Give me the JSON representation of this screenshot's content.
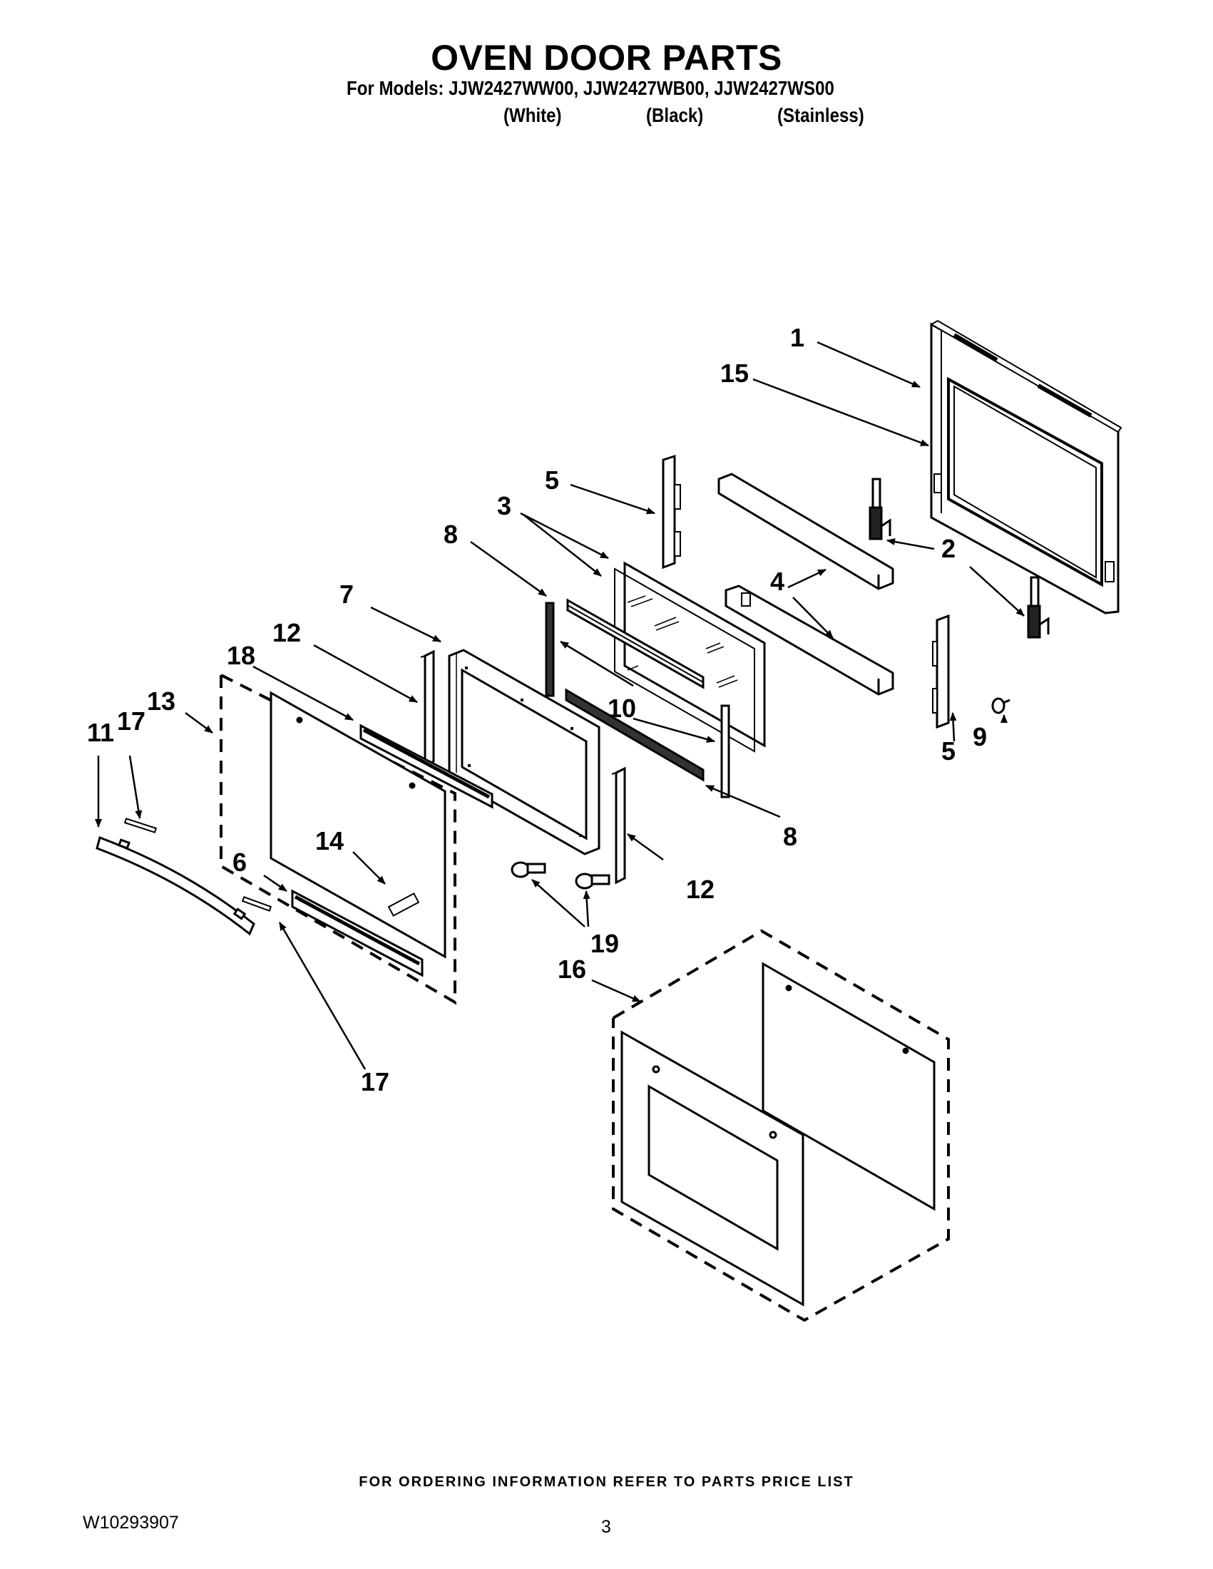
{
  "header": {
    "title": "OVEN DOOR PARTS",
    "models_line": "For Models: JJW2427WW00, JJW2427WB00, JJW2427WS00",
    "variants": [
      "(White)",
      "(Black)",
      "(Stainless)"
    ]
  },
  "callouts": {
    "c1": "1",
    "c15": "15",
    "c5a": "5",
    "c5b": "5",
    "c3": "3",
    "c2": "2",
    "c8a": "8",
    "c8b": "8",
    "c4": "4",
    "c7": "7",
    "c12a": "12",
    "c12b": "12",
    "c18": "18",
    "c13": "13",
    "c11": "11",
    "c17a": "17",
    "c17b": "17",
    "c10": "10",
    "c9": "9",
    "c14": "14",
    "c6": "6",
    "c19": "19",
    "c16": "16"
  },
  "footer": {
    "note": "FOR ORDERING INFORMATION REFER TO PARTS PRICE LIST",
    "doc_number": "W10293907",
    "page_number": "3"
  }
}
